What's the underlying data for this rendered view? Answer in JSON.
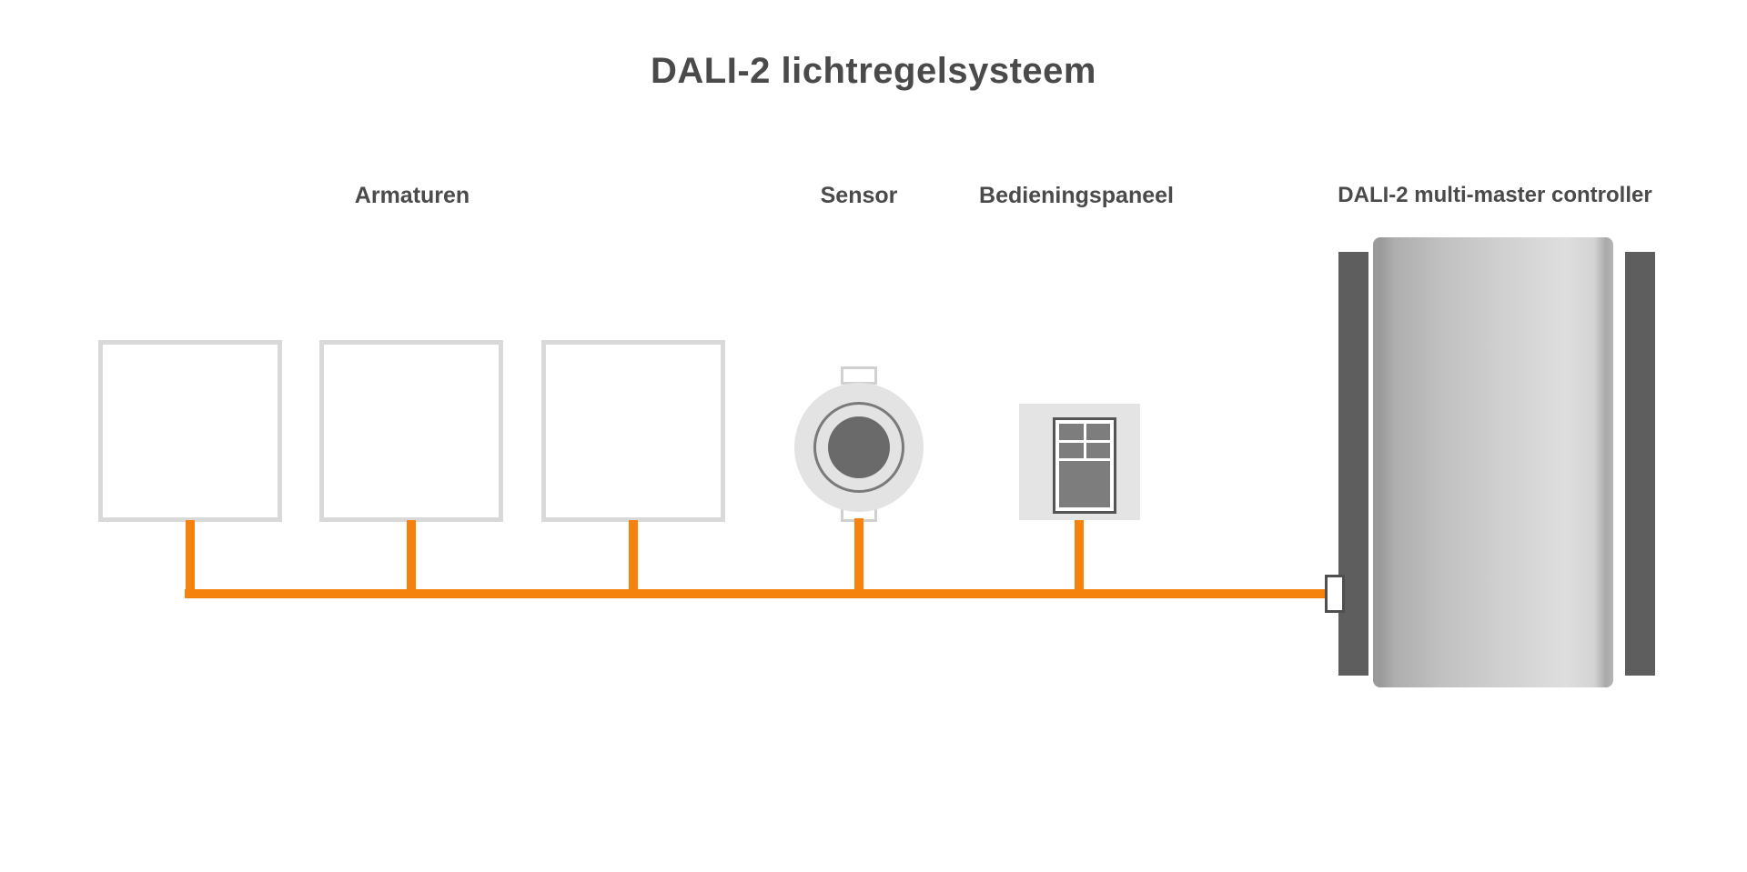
{
  "title": "DALI-2 lichtregelsysteem",
  "labels": {
    "armaturen": "Armaturen",
    "sensor": "Sensor",
    "bedieningspaneel": "Bedieningspaneel",
    "controller": "DALI-2 multi-master controller"
  },
  "components": {
    "fixture_count": 3,
    "bus_type": "DALI-2 bus"
  },
  "colors": {
    "bus": "#F5820D",
    "text": "#4A4A4A",
    "fixture_border": "#D9D9D9",
    "sensor_body": "#E3E3E3",
    "sensor_lens": "#6A6A6A",
    "panel_bg": "#E4E4E4",
    "dark": "#5E5E5E"
  }
}
